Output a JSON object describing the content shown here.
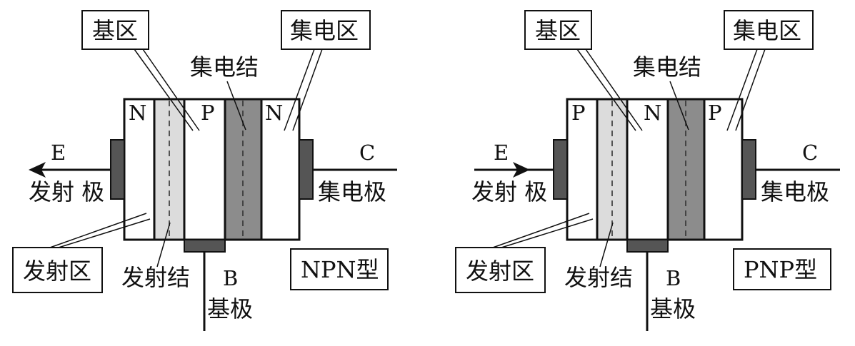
{
  "colors": {
    "line": "#111111",
    "emitter_junction": "#dcdcdc",
    "collector_junction": "#8c8c8c",
    "electrode": "#555555",
    "background": "#ffffff"
  },
  "diagrams": [
    {
      "type_label": "NPN型",
      "region_letters": [
        "N",
        "P",
        "N"
      ],
      "labels": {
        "base_region": "基区",
        "collector_region": "集电区",
        "collector_junction": "集电结",
        "emitter_region": "发射区",
        "emitter_junction": "发射结",
        "emitter_letter": "E",
        "emitter_name": "发射 极",
        "collector_letter": "C",
        "collector_name": "集电极",
        "base_letter": "B",
        "base_name": "基极"
      },
      "emitter_arrow": "outward"
    },
    {
      "type_label": "PNP型",
      "region_letters": [
        "P",
        "N",
        "P"
      ],
      "labels": {
        "base_region": "基区",
        "collector_region": "集电区",
        "collector_junction": "集电结",
        "emitter_region": "发射区",
        "emitter_junction": "发射结",
        "emitter_letter": "E",
        "emitter_name": "发射 极",
        "collector_letter": "C",
        "collector_name": "集电极",
        "base_letter": "B",
        "base_name": "基极"
      },
      "emitter_arrow": "inward"
    }
  ]
}
